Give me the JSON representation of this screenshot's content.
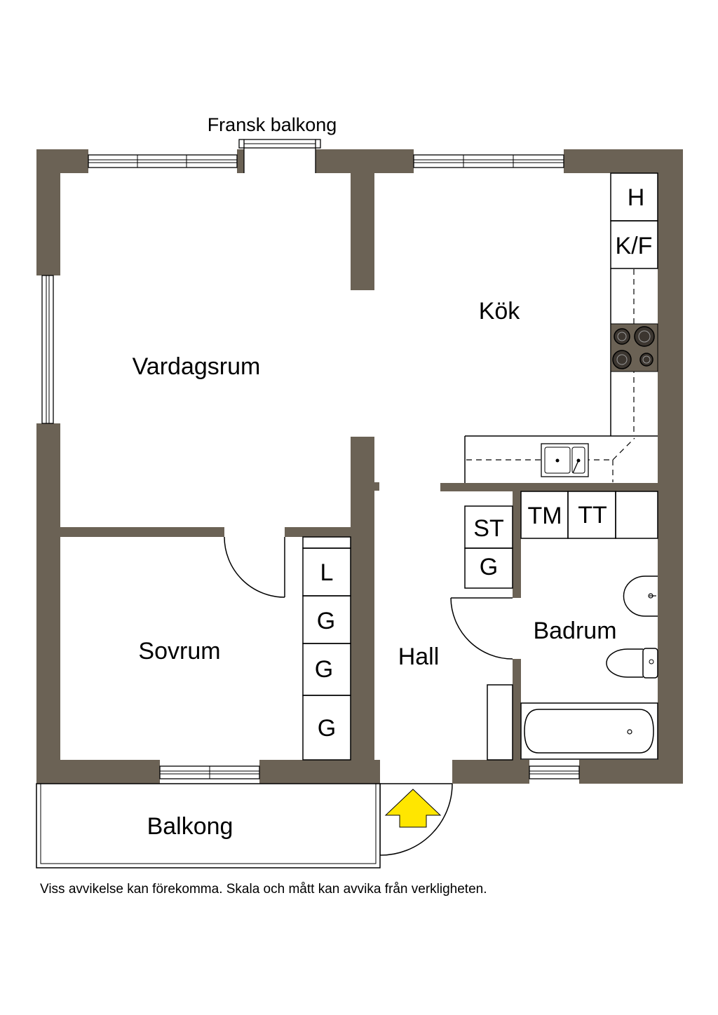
{
  "annotations": {
    "french_balcony": "Fransk balkong",
    "disclaimer": "Viss avvikelse kan förekomma. Skala och mått kan avvika från verkligheten."
  },
  "rooms": {
    "living_room": "Vardagsrum",
    "kitchen": "Kök",
    "bedroom": "Sovrum",
    "hall": "Hall",
    "bathroom": "Badrum",
    "balcony": "Balkong"
  },
  "fixtures": {
    "kitchen_h": "H",
    "kitchen_kf": "K/F",
    "hall_st": "ST",
    "hall_g": "G",
    "bath_tm": "TM",
    "bath_tt": "TT",
    "bedroom_l": "L",
    "bedroom_g1": "G",
    "bedroom_g2": "G",
    "bedroom_g3": "G"
  },
  "colors": {
    "wall": "#6b6255",
    "entrance_arrow": "#ffe600"
  }
}
